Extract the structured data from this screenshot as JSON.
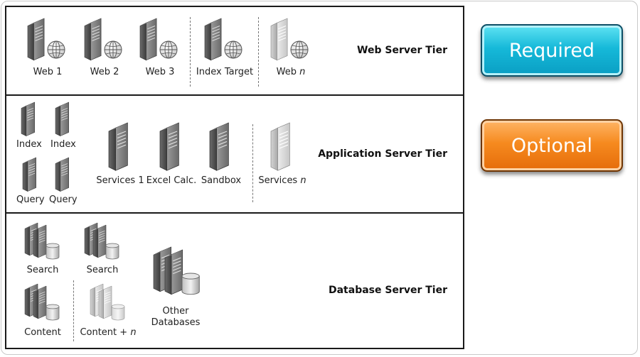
{
  "legend": {
    "required": "Required",
    "optional": "Optional"
  },
  "web_tier": {
    "label": "Web Server Tier",
    "servers": [
      "Web 1",
      "Web 2",
      "Web 3",
      "Index Target"
    ],
    "optional_server": "Web"
  },
  "app_tier": {
    "label": "Application Server Tier",
    "index": [
      "Index",
      "Index"
    ],
    "query": [
      "Query",
      "Query"
    ],
    "servers": [
      "Services 1",
      "Excel Calc.",
      "Sandbox"
    ],
    "optional_server": "Services"
  },
  "db_tier": {
    "label": "Database Server Tier",
    "search": [
      "Search",
      "Search"
    ],
    "content": "Content",
    "optional_content": "Content +",
    "other_line1": "Other",
    "other_line2": "Databases"
  },
  "italic_n": "n",
  "colors": {
    "required": "#16b9d9",
    "optional": "#f68a1f",
    "server_dark": "#5a5a5a",
    "server_light": "#bdbdbd"
  }
}
